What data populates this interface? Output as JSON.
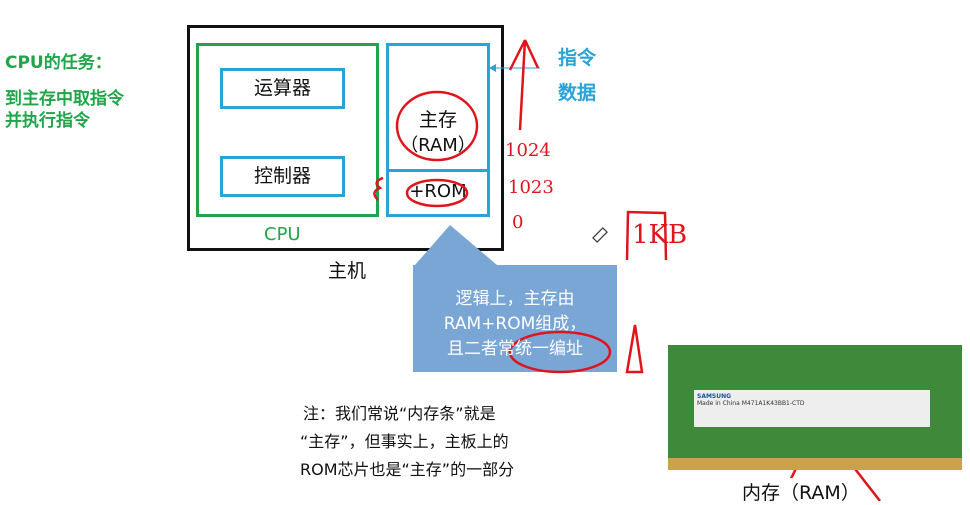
{
  "left_text": {
    "title": "CPU的任务：",
    "line1": "到主存中取指令",
    "line2": "并执行指令"
  },
  "host": {
    "label": "主机",
    "cpu": {
      "label": "CPU",
      "alu": "运算器",
      "controller": "控制器"
    },
    "memory": {
      "main": "主存",
      "ram": "（RAM）",
      "rom": "+ROM"
    }
  },
  "flow": {
    "instruction": "指令",
    "data": "数据"
  },
  "annotations": {
    "addr_high": "1024",
    "addr_mid": "1023",
    "addr_low": "0",
    "size": "1KB"
  },
  "callout": {
    "line1": "逻辑上，主存由",
    "line2": "RAM+ROM组成，",
    "line3": "且二者常统一编址"
  },
  "note": {
    "line1": "注：我们常说“内存条”就是",
    "line2": "“主存”，但事实上，主板上的",
    "line3": "ROM芯片也是“主存”的一部分"
  },
  "photo": {
    "brand": "SAMSUNG",
    "origin": "Made in China",
    "part": "M471A1K43BB1-CTD",
    "caption": "内存（RAM）"
  },
  "colors": {
    "green": "#1fa64a",
    "blue": "#29a3d8",
    "red": "#e0141b",
    "callout": "#7aa6d6"
  }
}
